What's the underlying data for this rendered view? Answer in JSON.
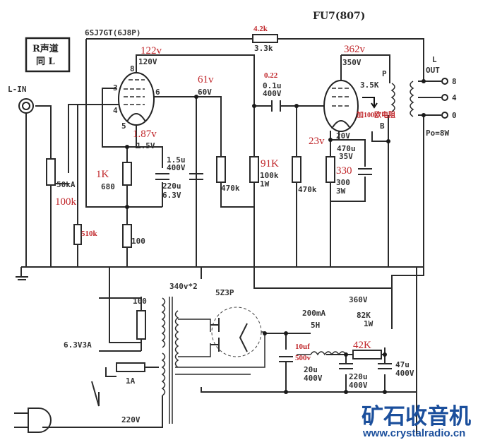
{
  "title_left": "6SJ7GT(6J8P)",
  "title_right": "FU7(807)",
  "note_box": {
    "line1": "R声道",
    "line2": "同 L"
  },
  "input_label": "L-IN",
  "output": {
    "label_l": "L",
    "label_out": "OUT",
    "tap_8": "8",
    "tap_4": "4",
    "tap_0": "0",
    "power": "Po=8W",
    "primary_p": "P",
    "primary_b": "B",
    "primary_imp": "3.5K"
  },
  "original_labels": {
    "v_plate1": "120V",
    "v_screen1": "60V",
    "v_cathode1": "1.5V",
    "c_screen": "1.5u",
    "c_screen_v": "400V",
    "r_cathode1": "680",
    "c_cathode1": "220u",
    "c_cathode1_v": "6.3V",
    "pot": "50kA",
    "r_plate1": "470k",
    "r_fb": "3.3k",
    "r_screen2": "100k",
    "r_screen2_w": "1W",
    "c_coupling": "0.1u",
    "c_coupling_v": "400V",
    "r_grid2": "470k",
    "v_plate2": "350V",
    "v_cathode2": "20V",
    "c_cathode2": "470u",
    "c_cathode2_v": "35V",
    "r_cathode2": "300",
    "r_cathode2_w": "3W",
    "r_decouple": "100",
    "pin8": "8",
    "pin3": "3",
    "pin6": "6",
    "pin4": "4",
    "pin5": "5"
  },
  "modified_labels": {
    "v_plate1": "122v",
    "v_screen1": "61v",
    "v_cathode1": "1.87v",
    "r_cathode1": "1K",
    "pot": "100k",
    "r_added_grid": "510k",
    "r_fb": "4.2k",
    "c_coupling": "0.22",
    "v_plate2": "362v",
    "v_cathode2": "23v",
    "r_screen2": "91K",
    "r_cathode2": "330",
    "added_resistor_note": "加100欧电阻",
    "c_filter1": "10uf",
    "c_filter1_v": "500v",
    "r_filter": "42K"
  },
  "power_supply": {
    "hv_secondary": "340v*2",
    "rectifier": "5Z3P",
    "heater": "6.3V3A",
    "hum_pot": "100",
    "fuse": "1A",
    "mains": "220V",
    "choke_current": "200mA",
    "choke_l": "5H",
    "v_b": "360V",
    "r_filter": "82K",
    "r_filter_w": "1W",
    "c1": "20u",
    "c1_v": "400V",
    "c2": "220u",
    "c2_v": "400V",
    "c3": "47u",
    "c3_v": "400V"
  },
  "watermark": {
    "logo": "矿石收音机",
    "url": "www.crystalradio.cn"
  },
  "colors": {
    "annotation": "#c0262a",
    "logo": "#1b4f9c"
  }
}
